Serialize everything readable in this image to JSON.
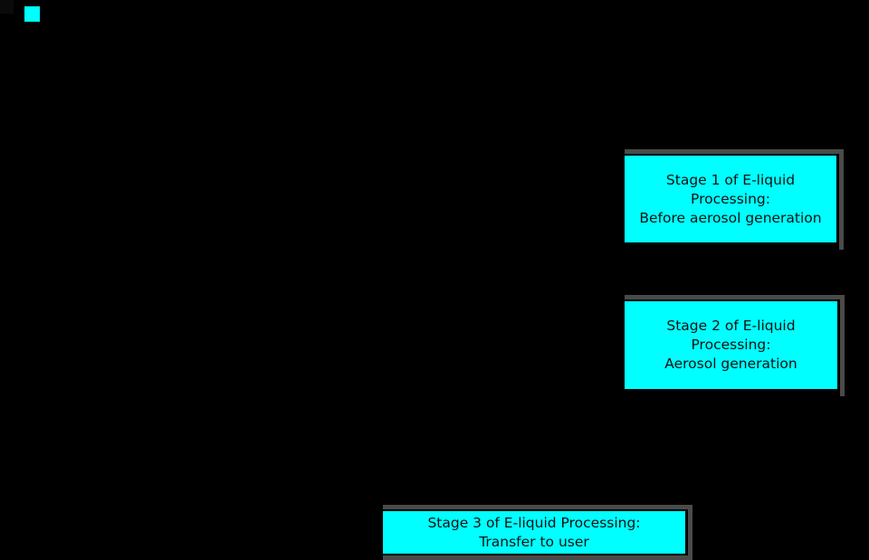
{
  "figure": {
    "background": "#000000",
    "box_fill": "#00ffff",
    "box_outline": "#4a4a4a",
    "text_color": "#111111",
    "corner_square_color": "#0a0a0a"
  },
  "boxes": [
    {
      "name": "stage-1",
      "text": "Stage 1 of E-liquid\nProcessing:\nBefore aerosol generation"
    },
    {
      "name": "stage-2",
      "text": "Stage 2 of E-liquid\nProcessing:\nAerosol generation"
    },
    {
      "name": "stage-3",
      "text": "Stage 3 of E-liquid Processing:\nTransfer to user"
    }
  ]
}
